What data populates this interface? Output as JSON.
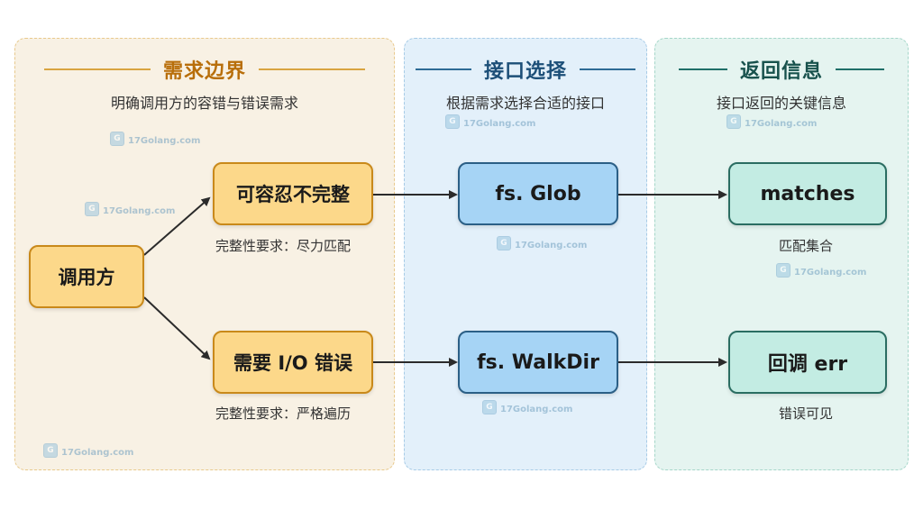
{
  "panels": {
    "left": {
      "title": "需求边界",
      "subtitle": "明确调用方的容错与错误需求"
    },
    "middle": {
      "title": "接口选择",
      "subtitle": "根据需求选择合适的接口"
    },
    "right": {
      "title": "返回信息",
      "subtitle": "接口返回的关键信息"
    }
  },
  "nodes": {
    "caller": "调用方",
    "tolerant": "可容忍不完整",
    "need_io_error": "需要 I/O 错误",
    "glob": "fs. Glob",
    "walkdir": "fs. WalkDir",
    "matches": "matches",
    "callback_err": "回调 err"
  },
  "captions": {
    "tolerant_req": "完整性要求：尽力匹配",
    "strict_req": "完整性要求：严格遍历",
    "matches_desc": "匹配集合",
    "err_desc": "错误可见"
  },
  "watermark": {
    "text": "17Golang.com",
    "icon": "golang-logo-icon"
  },
  "colors": {
    "orange_accent": "#c9891a",
    "blue_accent": "#2b5f86",
    "teal_accent": "#2a6d62",
    "arrow": "#2b2b2b"
  }
}
